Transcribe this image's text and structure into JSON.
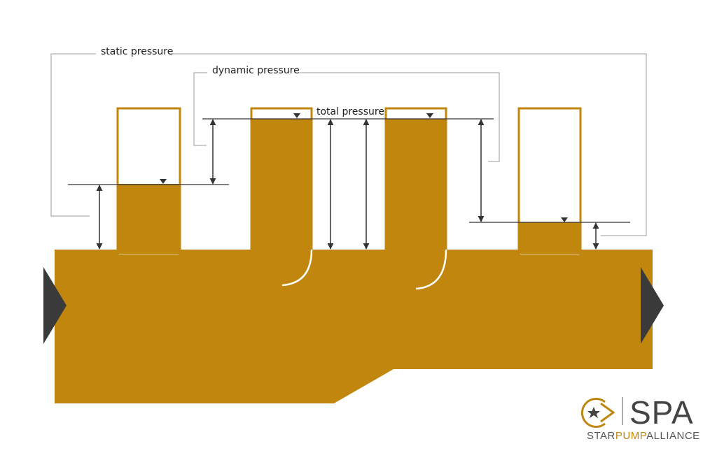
{
  "labels": {
    "static_pressure": "static pressure",
    "dynamic_pressure": "dynamic pressure",
    "total_pressure": "total pressure"
  },
  "logo": {
    "abbr": "SPA",
    "name_part1": "STAR",
    "name_part2": "PUMP",
    "name_part3": "ALLIANCE"
  },
  "colors": {
    "fluid": "#C0860D",
    "tube_outline": "#C0860D",
    "arrow": "#333333",
    "flow_marker": "#3A3A3A",
    "bracket": "#999999",
    "logo_gray": "#555555",
    "logo_gold": "#C0860D"
  }
}
